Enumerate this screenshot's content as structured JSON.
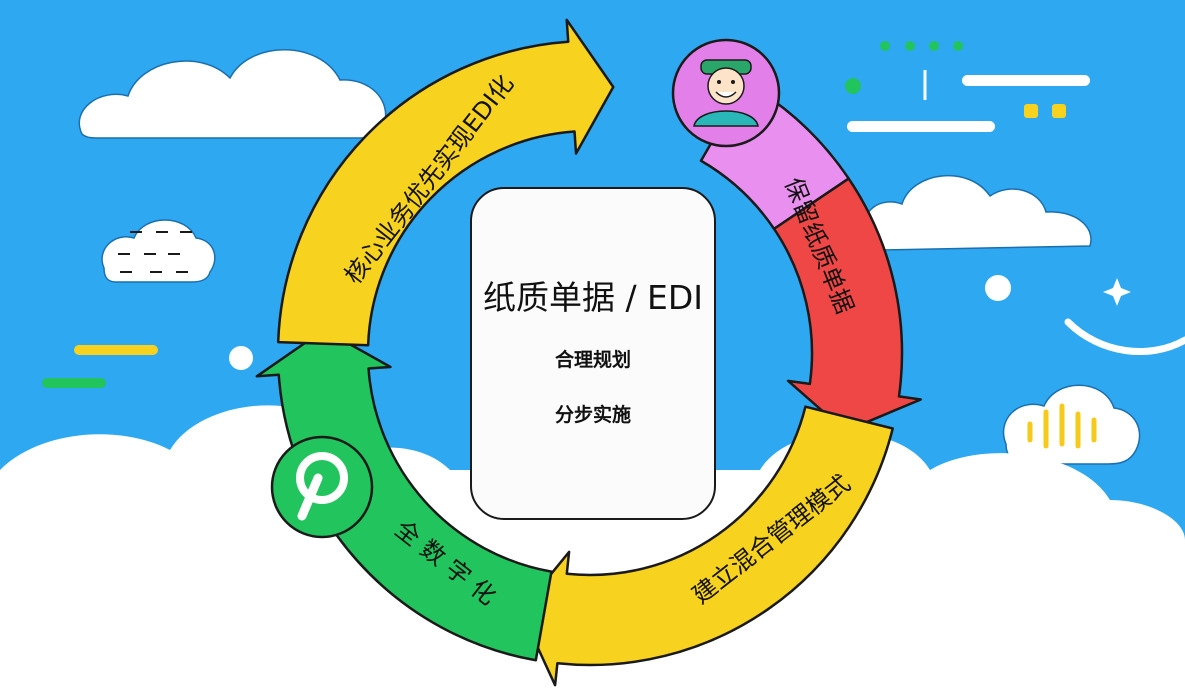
{
  "center": {
    "title": "纸质单据 / EDI",
    "line1": "合理规划",
    "line2": "分步实施"
  },
  "cycle": [
    {
      "label": "核心业务优先实现EDI化",
      "color": "#f7d21e"
    },
    {
      "label": "保留纸质单据",
      "color": "#ef4646"
    },
    {
      "label": "建立混合管理模式",
      "color": "#f7d21e"
    },
    {
      "label": "全数字化",
      "color": "#22c45e"
    }
  ],
  "colors": {
    "background": "#2ea8f0",
    "pink_segment": "#e98ff0",
    "icon_circle": "#e27fe8"
  },
  "icons": [
    "person-avatar-icon",
    "paper-p-logo-icon",
    "sparkle-icon"
  ]
}
